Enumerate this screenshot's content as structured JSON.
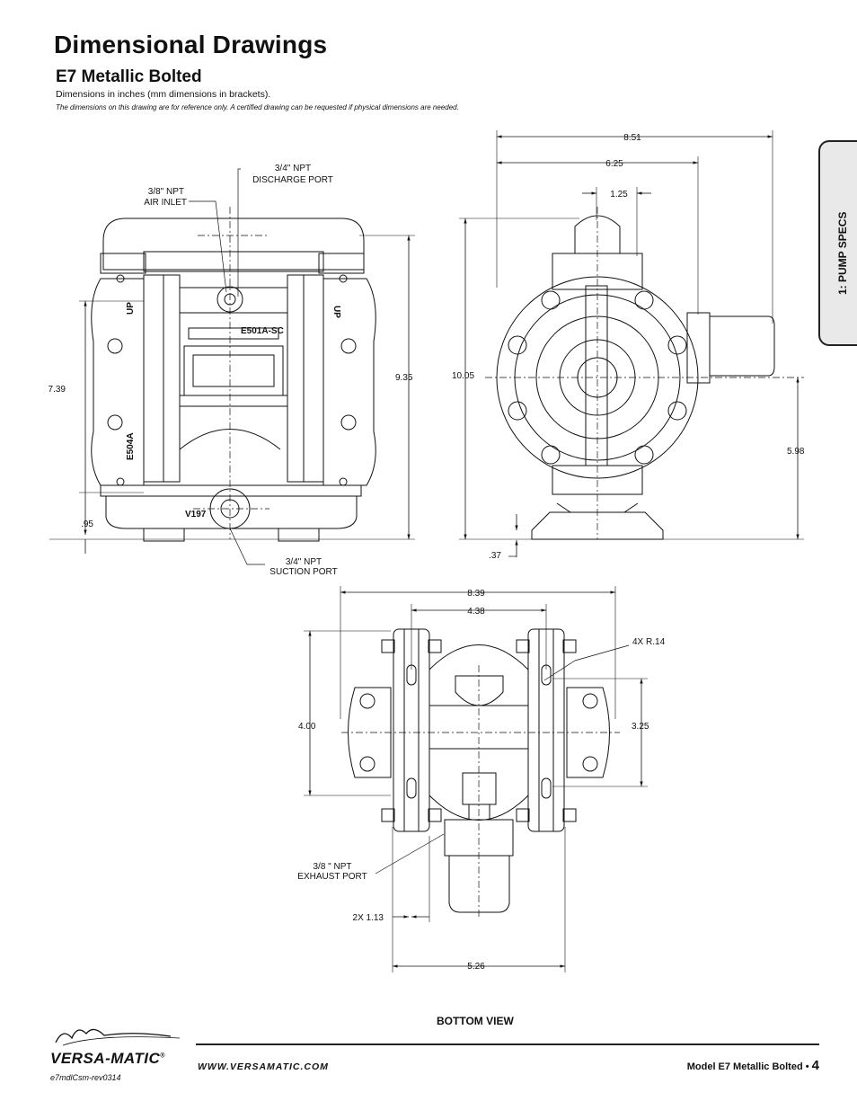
{
  "header": {
    "title": "Dimensional Drawings",
    "subtitle": "E7 Metallic Bolted",
    "dims_note": "Dimensions in inches (mm dimensions in brackets).",
    "reference_note": "The dimensions on this drawing are for reference only.  A certified drawing can be requested if physical dimensions are needed."
  },
  "side_tab": {
    "label": "1: PUMP SPECS"
  },
  "front_view": {
    "callouts": {
      "air_inlet": [
        "3/8\" NPT",
        "AIR INLET"
      ],
      "discharge_port": [
        "3/4\" NPT",
        "DISCHARGE PORT"
      ],
      "suction_port": [
        "3/4\" NPT",
        "SUCTION PORT"
      ]
    },
    "dimensions": {
      "width_inner": "7.39",
      "height_overall": "9.35",
      "base_height": ".95"
    },
    "markings": {
      "up_left": "UP",
      "up_right": "UP",
      "part_a": "E501A-SC",
      "part_b": "E504A",
      "part_c": "V197"
    }
  },
  "side_view": {
    "dimensions": {
      "width_overall": "8.51",
      "width_to_center": "6.25",
      "port_offset": "1.25",
      "height_overall": "10.05",
      "center_height": "5.98",
      "base_thickness": ".37"
    }
  },
  "bottom_view": {
    "label": "BOTTOM VIEW",
    "callouts": {
      "exhaust_port": [
        "3/8 \" NPT",
        "EXHAUST PORT"
      ],
      "radius": "4X R.14"
    },
    "dimensions": {
      "width_overall": "8.39",
      "center_spacing": "4.38",
      "depth": "4.00",
      "inner_depth": "3.25",
      "slot_offset": "2X 1.13",
      "base_width": "5.26"
    }
  },
  "footer": {
    "brand": "VERSA-MATIC",
    "brand_mark": "®",
    "revision": "e7mdlCsm-rev0314",
    "website": "WWW.VERSAMATIC.COM",
    "model_label": "Model E7 Metallic Bolted •",
    "page_number": "4"
  }
}
